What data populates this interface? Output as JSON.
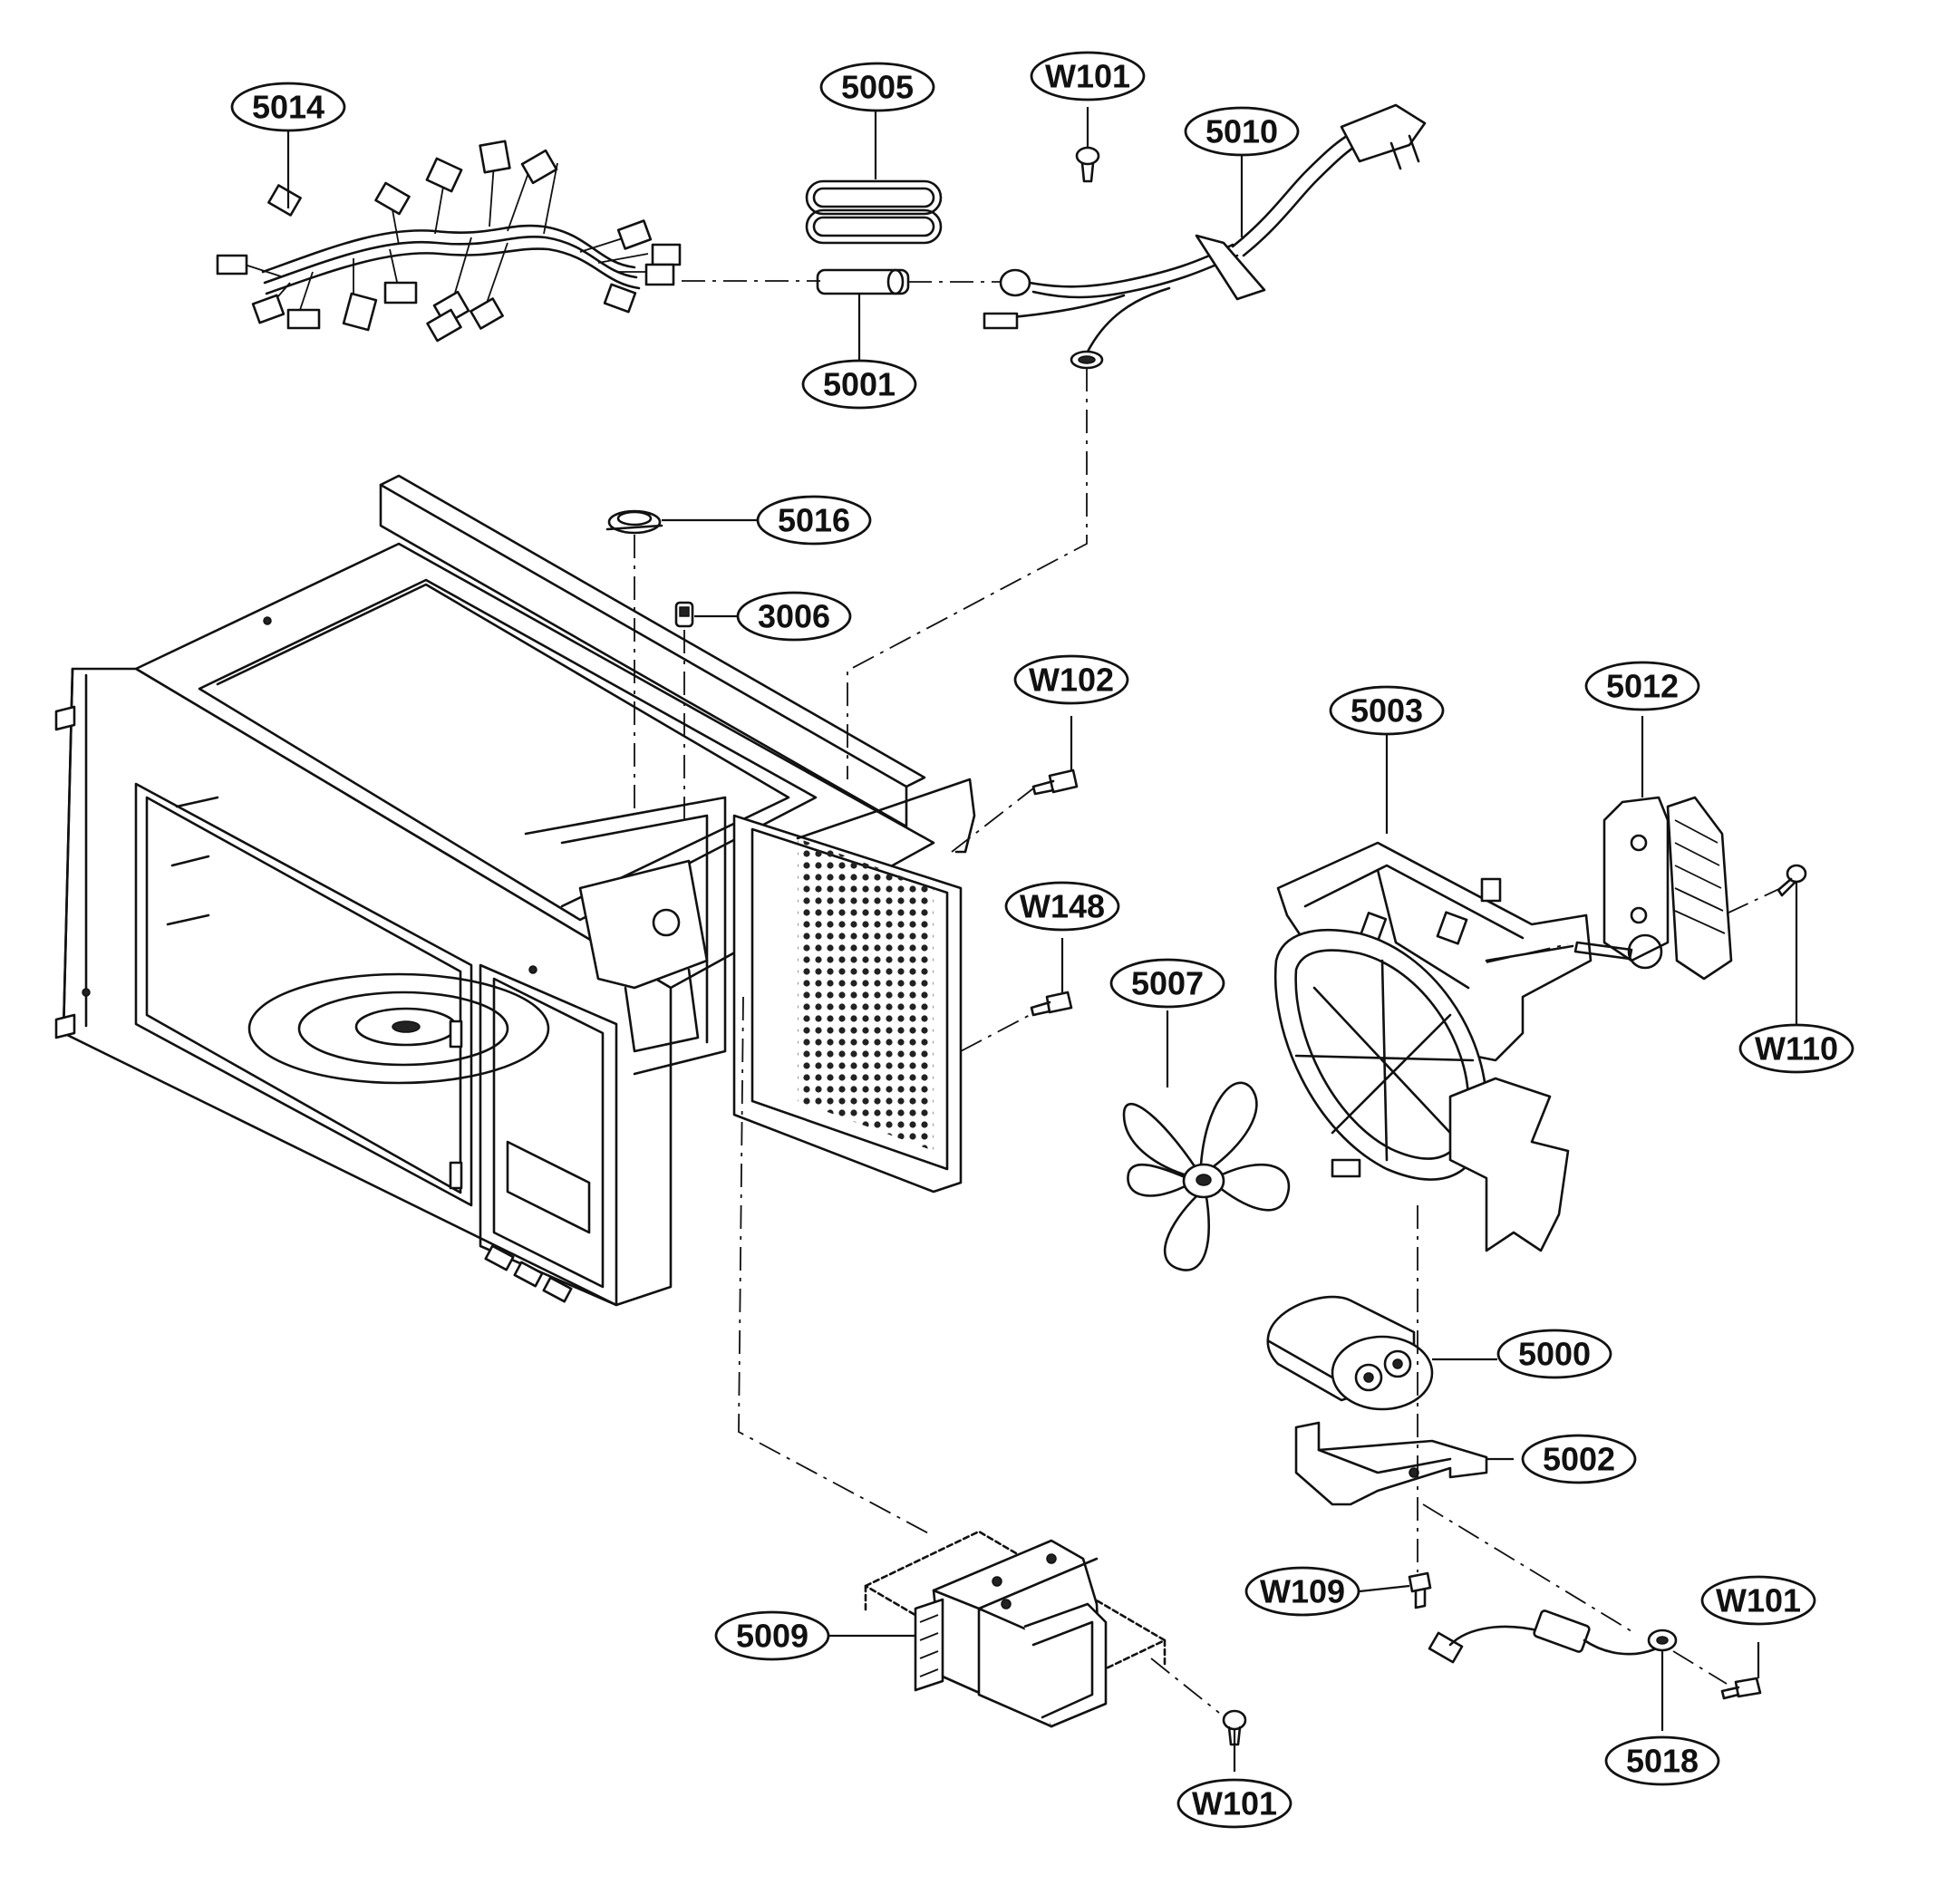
{
  "callouts": [
    {
      "id": "5014",
      "label": "5014"
    },
    {
      "id": "5005",
      "label": "5005"
    },
    {
      "id": "w101-top",
      "label": "W101"
    },
    {
      "id": "5010",
      "label": "5010"
    },
    {
      "id": "5001",
      "label": "5001"
    },
    {
      "id": "5016",
      "label": "5016"
    },
    {
      "id": "3006",
      "label": "3006"
    },
    {
      "id": "w102",
      "label": "W102"
    },
    {
      "id": "5003",
      "label": "5003"
    },
    {
      "id": "5012",
      "label": "5012"
    },
    {
      "id": "w148",
      "label": "W148"
    },
    {
      "id": "5007",
      "label": "5007"
    },
    {
      "id": "w110",
      "label": "W110"
    },
    {
      "id": "5000",
      "label": "5000"
    },
    {
      "id": "5002",
      "label": "5002"
    },
    {
      "id": "w109",
      "label": "W109"
    },
    {
      "id": "w101-right",
      "label": "W101"
    },
    {
      "id": "5009",
      "label": "5009"
    },
    {
      "id": "5018",
      "label": "5018"
    },
    {
      "id": "w101-bottom",
      "label": "W101"
    }
  ]
}
